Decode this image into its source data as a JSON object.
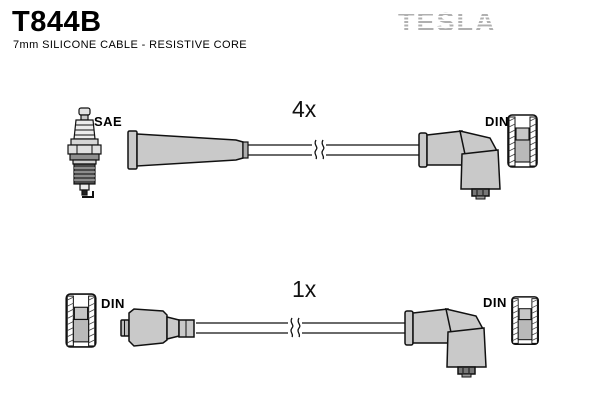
{
  "header": {
    "part_number": "T844B",
    "subtitle": "7mm SILICONE CABLE - RESISTIVE CORE",
    "brand": "TESLA"
  },
  "diagram": {
    "rows": [
      {
        "quantity": "4x",
        "left_terminal_label": "SAE",
        "left_terminal_type": "spark-plug",
        "left_boot": "straight-boot",
        "cable": "7mm-silicone-cable-with-break-mark",
        "right_boot": "90-degree-elbow-boot",
        "right_terminal_label": "DIN",
        "right_terminal_type": "din-terminal-cap"
      },
      {
        "quantity": "1x",
        "left_terminal_label": "DIN",
        "left_terminal_type": "din-terminal-cap",
        "left_boot": "coil-end-boot",
        "cable": "7mm-silicone-cable-with-break-mark",
        "right_boot": "90-degree-elbow-boot",
        "right_terminal_label": "DIN",
        "right_terminal_type": "din-terminal-cap"
      }
    ]
  },
  "icons": {
    "spark_plug": "spark-plug-icon",
    "din_cap": "din-cap-icon",
    "straight_boot": "straight-boot-icon",
    "elbow_boot": "elbow-boot-icon",
    "coil_boot": "coil-boot-icon",
    "cable_break": "cable-break-icon"
  },
  "colors": {
    "background": "#ffffff",
    "outline": "#111111",
    "boot_fill": "#c9c9c9",
    "logo_gray": "#b0b0b0",
    "thread_dark": "#4a4a4a",
    "contact_dark": "#777777"
  }
}
